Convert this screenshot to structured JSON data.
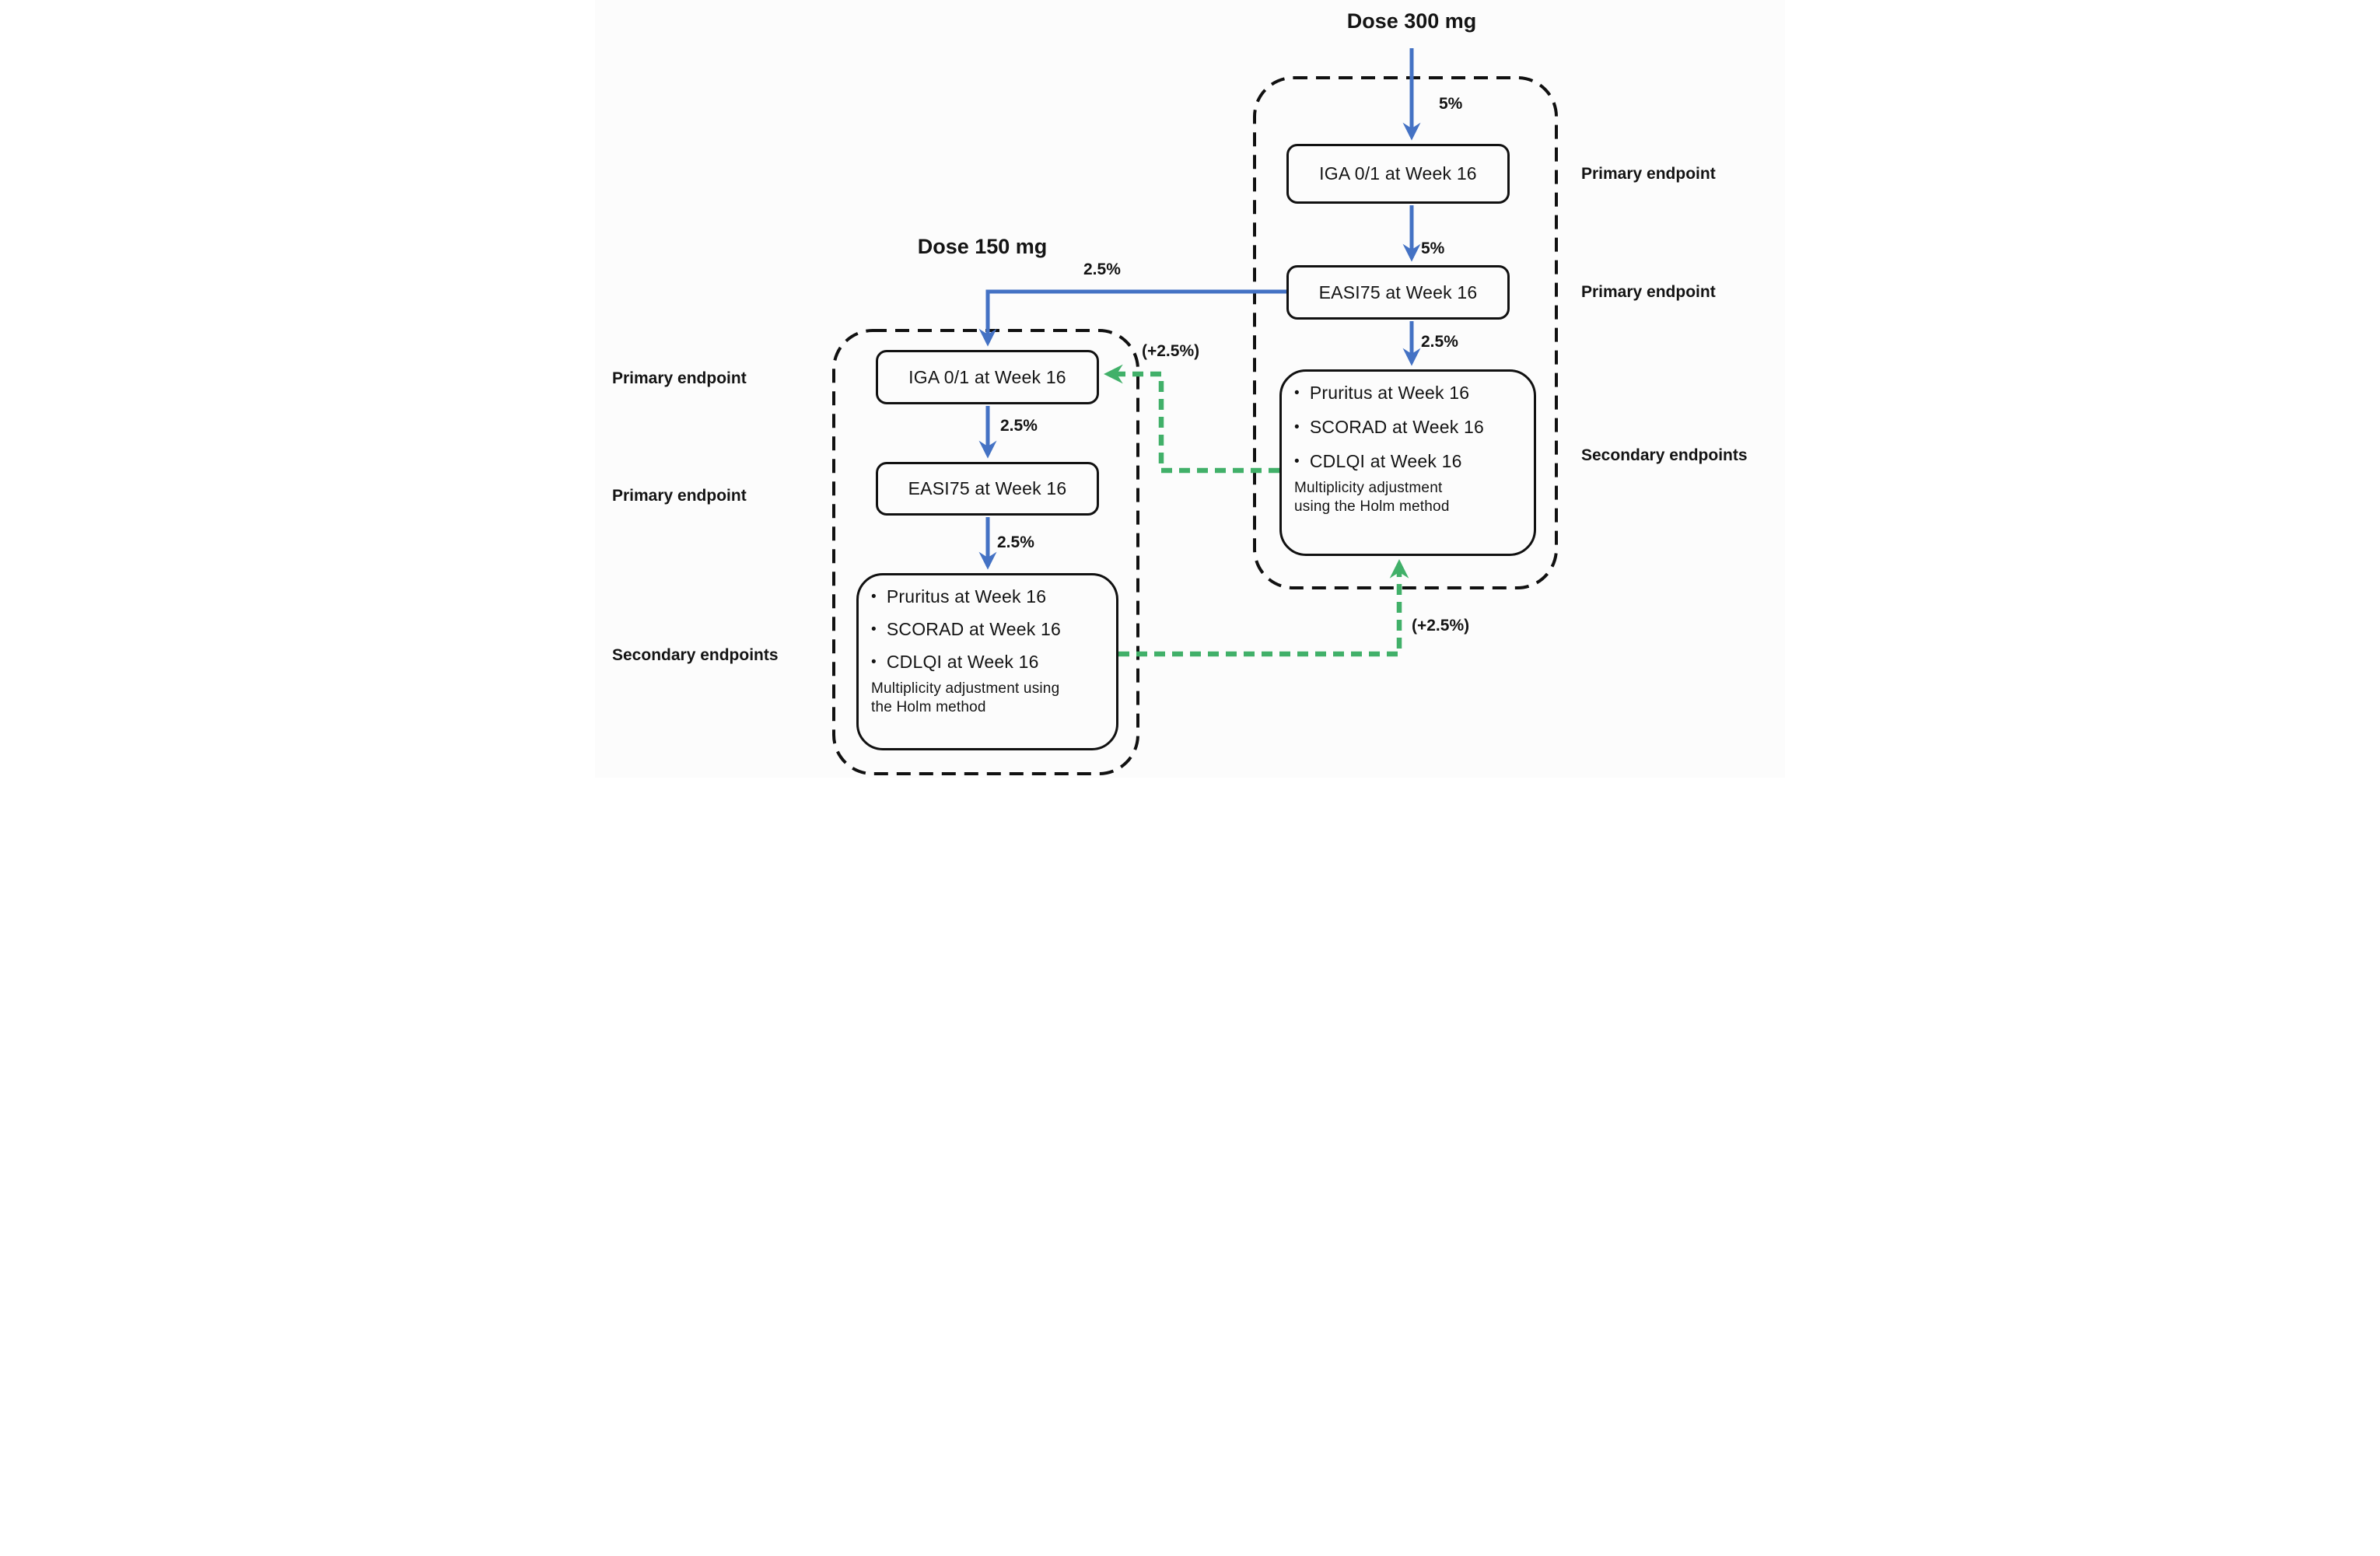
{
  "colors": {
    "arrow_blue": "#4472C4",
    "arrow_green": "#41B069"
  },
  "diagram": {
    "dose300": {
      "title": "Dose 300 mg",
      "alpha_initial": "5%",
      "box_iga": "IGA 0/1 at Week 16",
      "label_iga": "Primary endpoint",
      "alpha_iga_to_easi": "5%",
      "box_easi": "EASI75 at Week 16",
      "label_easi": "Primary endpoint",
      "alpha_easi_to_secondary": "2.5%",
      "secondary": {
        "bullets": [
          "Pruritus at Week 16",
          "SCORAD at Week 16",
          "CDLQI at Week 16"
        ],
        "note_line1": "Multiplicity adjustment",
        "note_line2": "using the Holm method"
      },
      "label_secondary": "Secondary endpoints",
      "recycle_in_label": "(+2.5%)"
    },
    "dose150": {
      "title": "Dose 150 mg",
      "alpha_transfer": "2.5%",
      "box_iga": "IGA 0/1 at Week 16",
      "label_iga": "Primary endpoint",
      "alpha_iga_to_easi": "2.5%",
      "box_easi": "EASI75 at Week 16",
      "label_easi": "Primary endpoint",
      "alpha_easi_to_secondary": "2.5%",
      "secondary": {
        "bullets": [
          "Pruritus at Week 16",
          "SCORAD at Week 16",
          "CDLQI at Week 16"
        ],
        "note_line1": "Multiplicity adjustment using",
        "note_line2": "the Holm method"
      },
      "label_secondary": "Secondary endpoints",
      "recycle_in_label": "(+2.5%)"
    }
  }
}
